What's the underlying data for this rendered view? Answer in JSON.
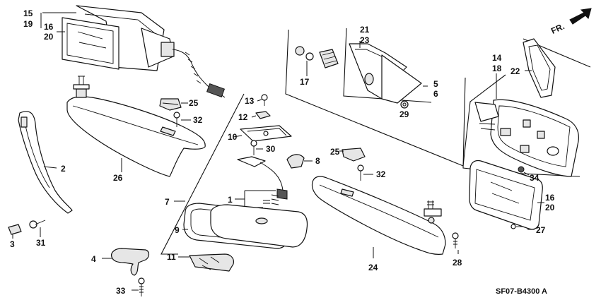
{
  "diagram_code": "SF07-B4300 A",
  "direction_label": "FR.",
  "callouts": {
    "c15": "15",
    "c19": "19",
    "c16a": "16",
    "c20a": "20",
    "c21": "21",
    "c23": "23",
    "c14": "14",
    "c18": "18",
    "c22": "22",
    "c17": "17",
    "c5": "5",
    "c6": "6",
    "c29": "29",
    "c13": "13",
    "c12": "12",
    "c10": "10",
    "c30": "30",
    "c8": "8",
    "c25a": "25",
    "c32a": "32",
    "c2": "2",
    "c26": "26",
    "c7": "7",
    "c1": "1",
    "c9": "9",
    "c11": "11",
    "c4": "4",
    "c33": "33",
    "c3": "3",
    "c31": "31",
    "c25b": "25",
    "c32b": "32",
    "c24": "24",
    "c28": "28",
    "c34": "34",
    "c16b": "16",
    "c20b": "20",
    "c27": "27"
  }
}
